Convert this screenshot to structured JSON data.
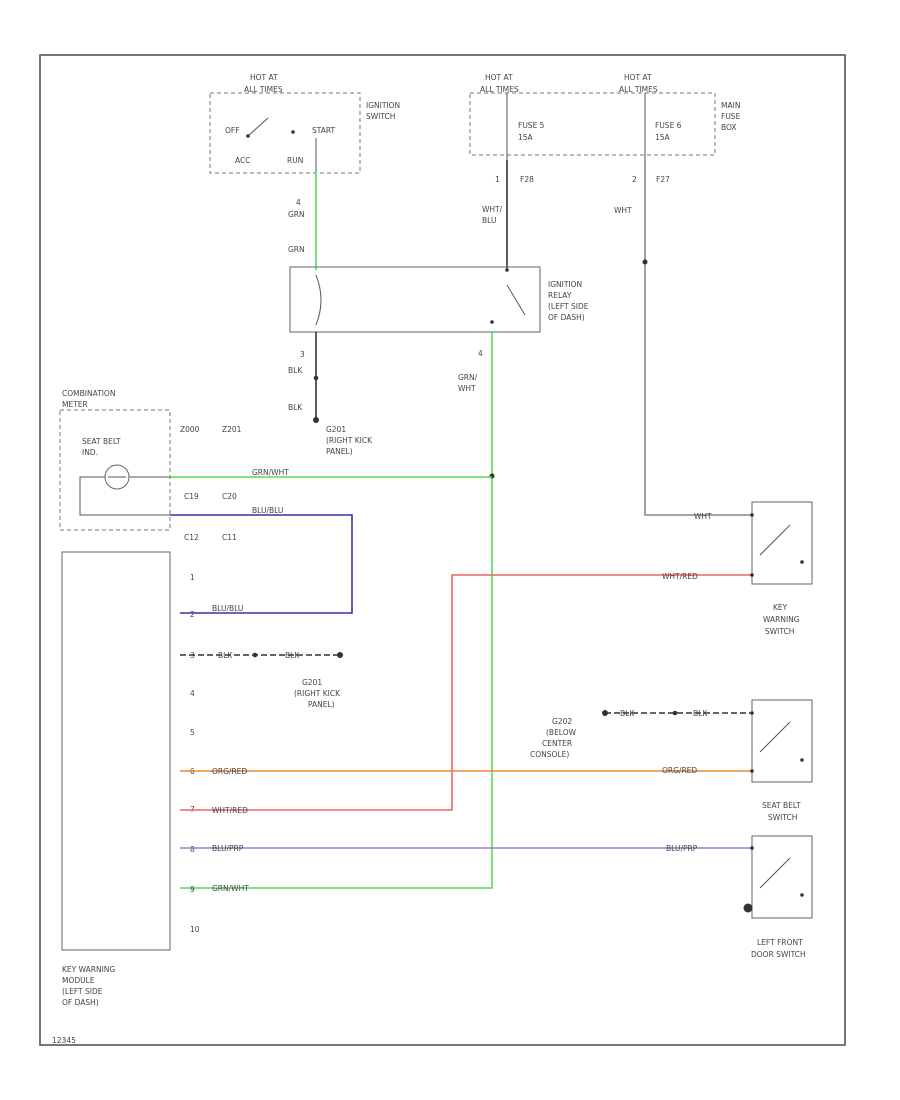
{
  "colors": {
    "frame": "#555555",
    "green": "#55dd55",
    "blue": "#3333aa",
    "red": "#ee6666",
    "orange": "#ee8833",
    "purple": "#aa77cc",
    "gray": "#888888",
    "black": "#333333"
  },
  "labels": {
    "hot_at_1": "HOT AT",
    "hot_at_1b": "ALL TIMES",
    "ignition_switch_1": "IGNITION",
    "ignition_switch_2": "SWITCH",
    "off": "OFF",
    "start": "START",
    "acc": "ACC",
    "run": "RUN",
    "hot_at_2": "HOT AT",
    "hot_at_2b": "ALL TIMES",
    "hot_at_3": "HOT AT",
    "hot_at_3b": "ALL TIMES",
    "fuse_a": "FUSE 5",
    "fuse_a_amp": "15A",
    "fuse_b": "FUSE 6",
    "fuse_b_amp": "15A",
    "main_fuse_1": "MAIN",
    "main_fuse_2": "FUSE",
    "main_fuse_3": "BOX",
    "pin_1": "1",
    "f28": "F28",
    "pin_2": "2",
    "f27": "F27",
    "wht_blu_1": "WHT/",
    "wht_blu_2": "BLU",
    "wht": "WHT",
    "pin_4": "4",
    "grn_1": "GRN",
    "grn_2": "GRN",
    "relay_1": "IGNITION",
    "relay_2": "RELAY",
    "relay_3": "(LEFT SIDE",
    "relay_4": "OF DASH)",
    "pin_3": "3",
    "blk_1": "BLK",
    "blk_2": "BLK",
    "pin_relay": "4",
    "grn_wht_1": "GRN/",
    "grn_wht_2": "WHT",
    "g201_1": "G201",
    "g201_2": "(RIGHT KICK",
    "g201_3": "PANEL)",
    "combo_1": "COMBINATION",
    "combo_2": "METER",
    "seat_belt_ind_1": "SEAT BELT",
    "seat_belt_ind_2": "IND.",
    "c200": "Z000",
    "c201": "Z201",
    "c19": "C19",
    "c20": "C20",
    "c12": "C12",
    "c11": "C11",
    "wire_grn_wht": "GRN/WHT",
    "wire_blu_blu": "BLU/BLU",
    "wire_blu_blu_2": "BLU/BLU",
    "wire_blk_1": "BLK",
    "wire_blk_2": "BLK",
    "g201b_1": "G201",
    "g201b_2": "(RIGHT KICK",
    "g201b_3": "PANEL)",
    "wire_wht": "WHT",
    "wire_wht_red_right": "WHT/RED",
    "key_warning_switch_1": "KEY",
    "key_warning_switch_2": "WARNING",
    "key_warning_switch_3": "SWITCH",
    "blk_right_1": "BLK",
    "blk_right_2": "BLK",
    "g202_1": "G202",
    "g202_2": "(BELOW",
    "g202_3": "CENTER",
    "g202_4": "CONSOLE)",
    "wire_org_red": "ORG/RED",
    "wire_org_red_right": "ORG/RED",
    "seat_belt_switch_1": "SEAT BELT",
    "seat_belt_switch_2": "SWITCH",
    "wire_wht_red": "WHT/RED",
    "wire_blu_prp": "BLU/PRP",
    "wire_blu_prp_right": "BLU/PRP",
    "wire_grn_wht_2": "GRN/WHT",
    "door_switch_1": "LEFT FRONT",
    "door_switch_2": "DOOR SWITCH",
    "module_1": "KEY WARNING",
    "module_2": "MODULE",
    "module_3": "(LEFT SIDE",
    "module_4": "OF DASH)",
    "pins": [
      "1",
      "2",
      "3",
      "4",
      "5",
      "6",
      "7",
      "8",
      "9",
      "10"
    ],
    "footer": "12345"
  }
}
